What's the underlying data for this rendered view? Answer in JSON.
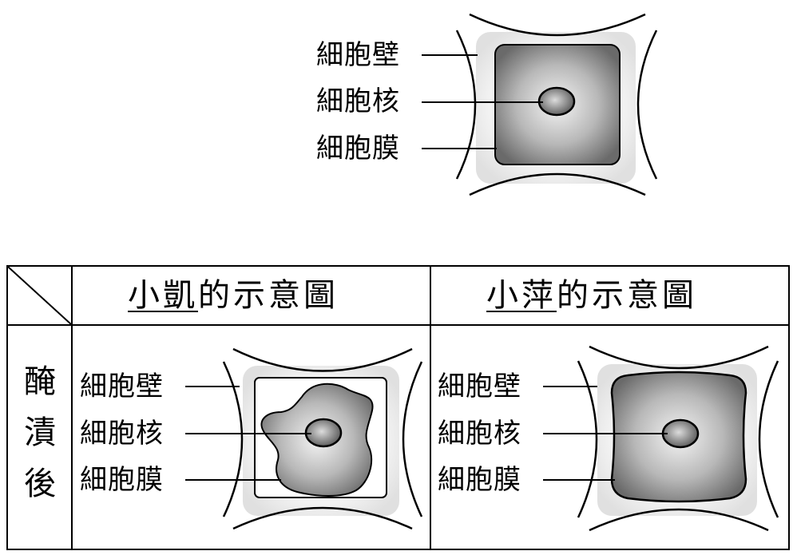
{
  "top_diagram": {
    "labels": {
      "wall": "細胞壁",
      "nucleus": "細胞核",
      "membrane": "細胞膜"
    }
  },
  "table": {
    "col1_header": {
      "name": "小凱",
      "suffix": "的示意圖"
    },
    "col2_header": {
      "name": "小萍",
      "suffix": "的示意圖"
    },
    "row_header": [
      "醃",
      "漬",
      "後"
    ],
    "cell1_labels": {
      "wall": "細胞壁",
      "nucleus": "細胞核",
      "membrane": "細胞膜"
    },
    "cell2_labels": {
      "wall": "細胞壁",
      "nucleus": "細胞核",
      "membrane": "細胞膜"
    }
  }
}
